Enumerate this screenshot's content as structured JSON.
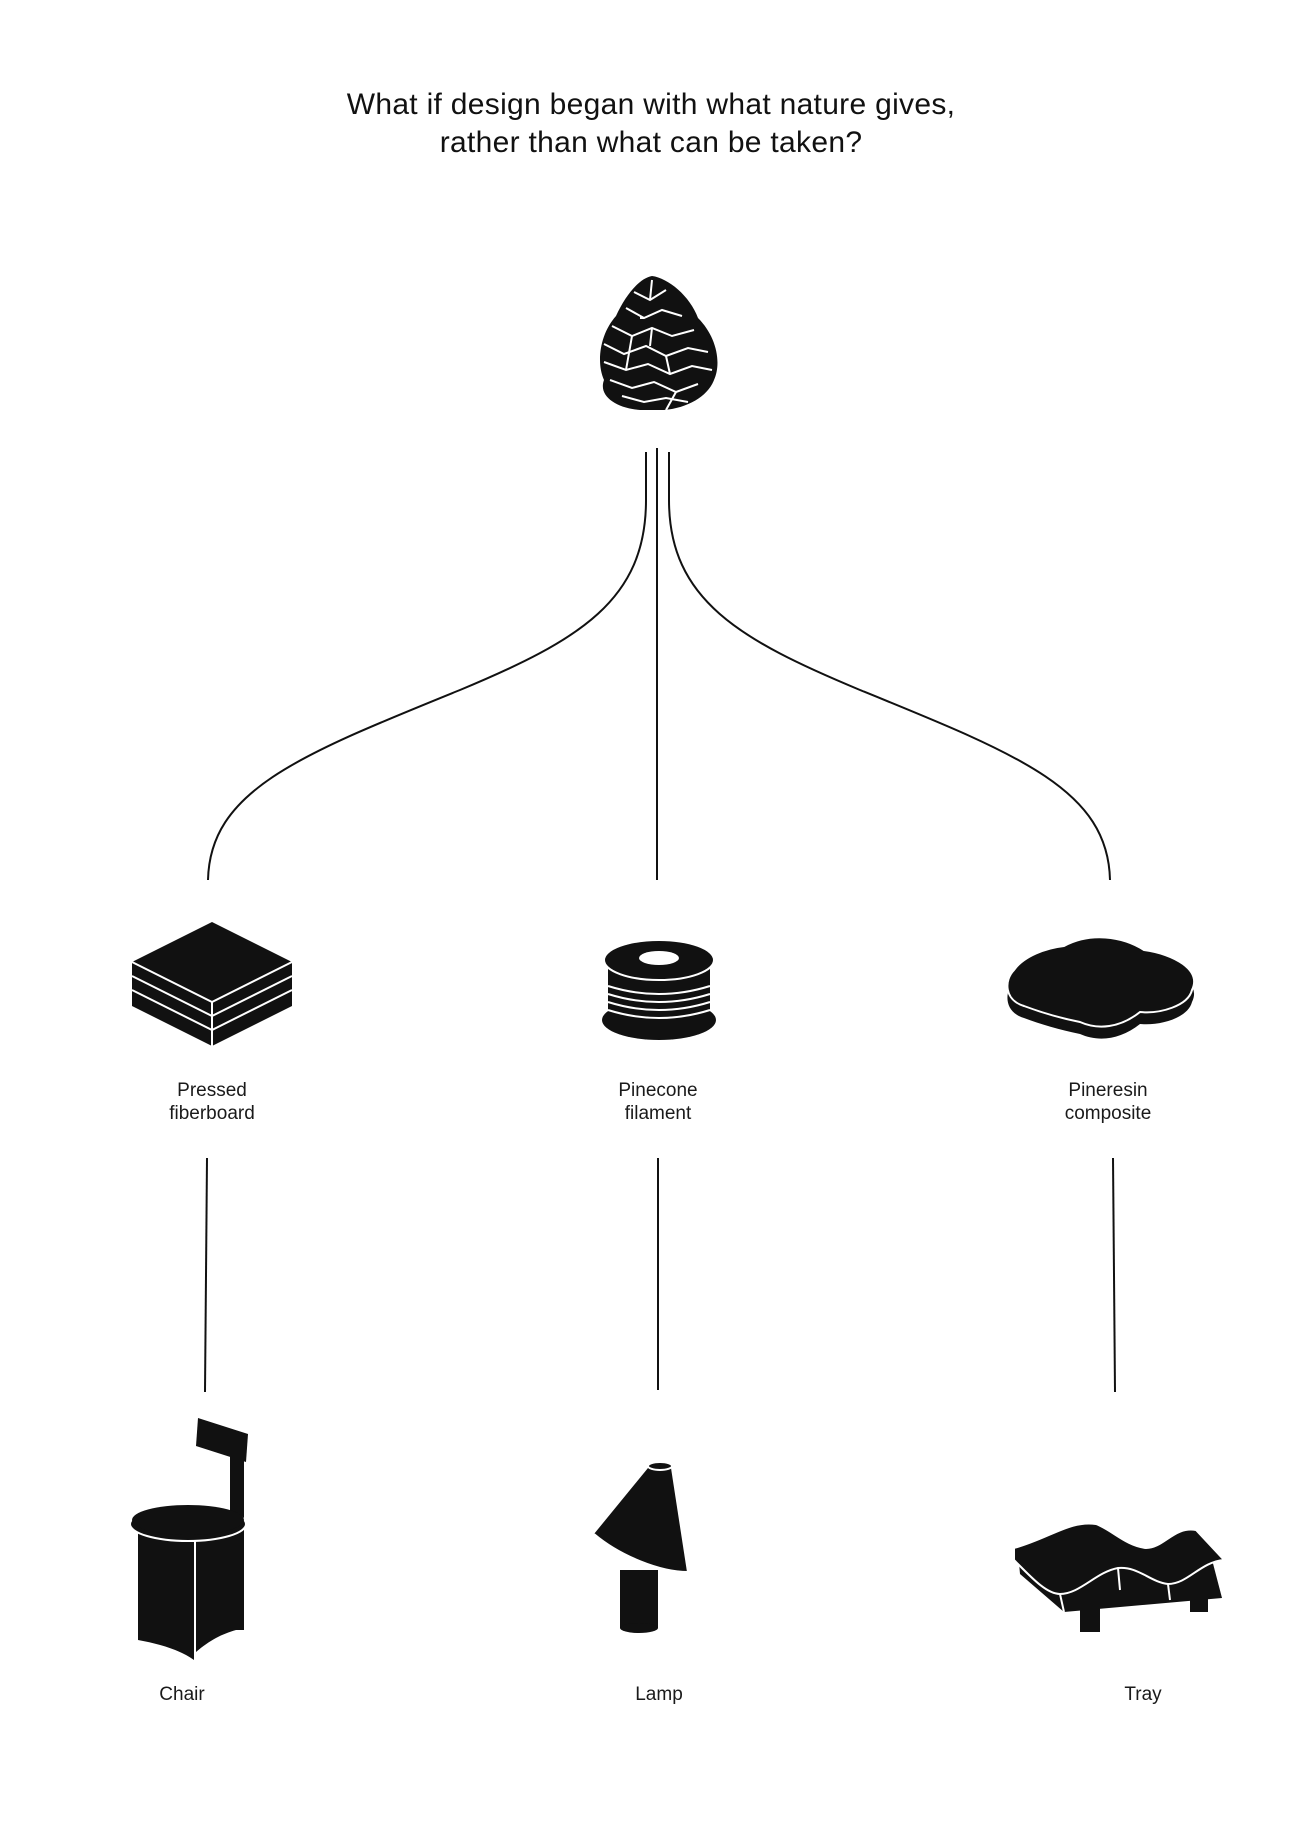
{
  "title": {
    "line1": "What if design began with what nature gives,",
    "line2": "rather than what can be taken?"
  },
  "source": {
    "icon": "pinecone-icon"
  },
  "materials": [
    {
      "line1": "Pressed",
      "line2": "fiberboard",
      "icon": "stacked-boards-icon"
    },
    {
      "line1": "Pinecone",
      "line2": "filament",
      "icon": "filament-spool-icon"
    },
    {
      "line1": "Pineresin",
      "line2": "composite",
      "icon": "resin-blob-icon"
    }
  ],
  "products": [
    {
      "label": "Chair",
      "icon": "chair-icon"
    },
    {
      "label": "Lamp",
      "icon": "lamp-icon"
    },
    {
      "label": "Tray",
      "icon": "tray-icon"
    }
  ],
  "colors": {
    "ink": "#111111",
    "background": "#ffffff"
  }
}
